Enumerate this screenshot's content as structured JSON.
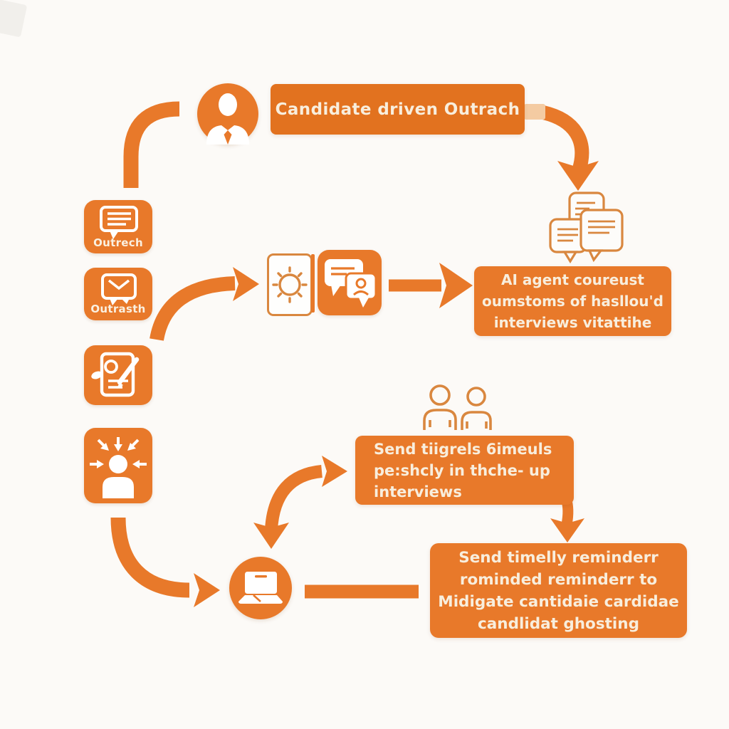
{
  "colors": {
    "accent": "#E8792A",
    "banner_fill": "#E2721F",
    "outline_icon": "#D9873F",
    "text_on_orange": "#F8EEDD",
    "background": "#FCFAF7",
    "nub": "#F4CBA2"
  },
  "title_banner": {
    "label": "Candidate driven Outrach"
  },
  "left_column": {
    "items": [
      {
        "icon": "speech-bubble-lines-icon",
        "label": "Outrech"
      },
      {
        "icon": "envelope-bubble-icon",
        "label": "Outrasth"
      },
      {
        "icon": "document-signature-icon",
        "label": ""
      },
      {
        "icon": "person-focus-arrows-icon",
        "label": ""
      }
    ]
  },
  "ai_box": {
    "lines": [
      "AI agent coureust",
      "oumstoms of hasllou'd",
      "interviews vitattihe"
    ]
  },
  "followup_box": {
    "lines": [
      "Send tiigrels 6imeuls",
      "pe:shcly in thche- up",
      "interviews"
    ]
  },
  "reminder_box": {
    "lines": [
      "Send timelly reminderr",
      "rominded reminderr to",
      "Midigate cantidaie cardidae",
      "candlidat ghosting"
    ]
  },
  "icons": {
    "top": "person-avatar-icon",
    "middle_left": "sun-icon",
    "middle_chat": "chat-bubbles-person-icon",
    "right_stack": "speech-bubbles-stack-icon",
    "people": "two-people-icon",
    "bottom": "laptop-icon"
  }
}
